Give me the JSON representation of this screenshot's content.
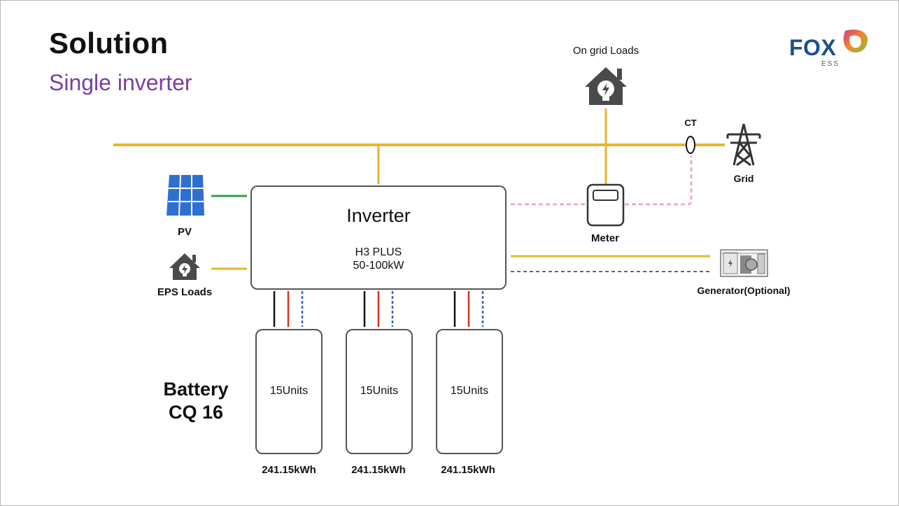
{
  "slide": {
    "title": "Solution",
    "subtitle": "Single inverter"
  },
  "logo": {
    "text": "FOX",
    "subtext": "ESS"
  },
  "labels": {
    "on_grid_loads": "On grid Loads",
    "ct": "CT",
    "grid": "Grid",
    "pv": "PV",
    "eps_loads": "EPS Loads",
    "meter": "Meter",
    "generator": "Generator(Optional)"
  },
  "inverter": {
    "title": "Inverter",
    "model_line1": "H3 PLUS",
    "model_line2": "50-100kW"
  },
  "battery": {
    "title_line1": "Battery",
    "title_line2": "CQ 16",
    "modules": [
      {
        "units": "15Units",
        "capacity": "241.15kWh"
      },
      {
        "units": "15Units",
        "capacity": "241.15kWh"
      },
      {
        "units": "15Units",
        "capacity": "241.15kWh"
      }
    ]
  },
  "colors": {
    "ac_line": "#e8b62c",
    "pv_line": "#2e9e4a",
    "comm_ct": "#f0a0b8",
    "comm_gen": "#666666",
    "dc_negative": "#111111",
    "dc_positive": "#d0341c",
    "dc_comm": "#2f66c4",
    "title_purple": "#7a3fa0",
    "brand_blue": "#1d4f8c"
  }
}
